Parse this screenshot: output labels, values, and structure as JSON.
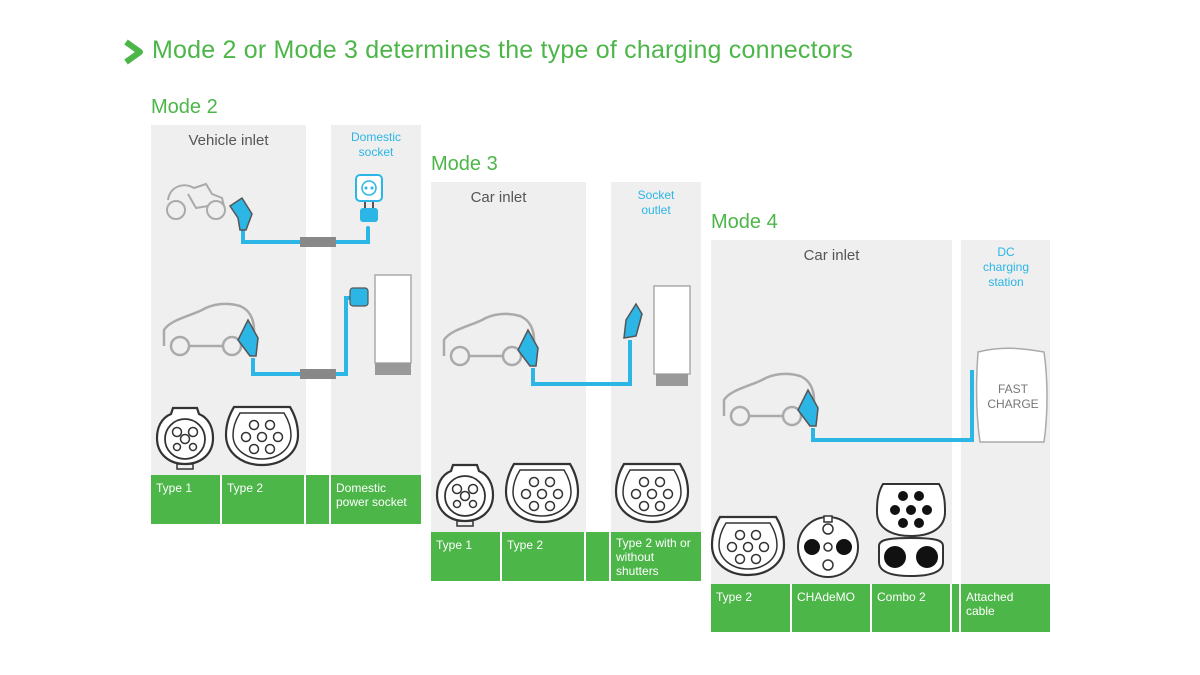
{
  "title": "Mode 2 or Mode 3 determines the type of charging connectors",
  "colors": {
    "green": "#4cb649",
    "blue": "#2bb6e6",
    "panel": "#efefef",
    "outline": "#999999"
  },
  "mode2": {
    "label": "Mode 2",
    "vehicle_panel_title": "Vehicle inlet",
    "source_panel_title": "Domestic socket",
    "connectors": [
      "Type 1",
      "Type 2"
    ],
    "source_connector": "Domestic power socket"
  },
  "mode3": {
    "label": "Mode 3",
    "vehicle_panel_title": "Car inlet",
    "source_panel_title": "Socket outlet",
    "connectors": [
      "Type 1",
      "Type 2"
    ],
    "source_connector": "Type 2 with or without shutters"
  },
  "mode4": {
    "label": "Mode 4",
    "vehicle_panel_title": "Car inlet",
    "source_panel_title": "DC charging station",
    "connectors": [
      "Type 2",
      "CHAdeMO",
      "Combo 2"
    ],
    "source_connector": "Attached cable",
    "station_text": "FAST CHARGE"
  },
  "icons": [
    "chevron-right-icon",
    "scooter-icon",
    "car-icon",
    "charging-plug-icon",
    "domestic-socket-icon",
    "wallbox-icon",
    "fast-charger-icon",
    "type1-connector-icon",
    "type2-connector-icon",
    "chademo-connector-icon",
    "combo2-connector-icon"
  ]
}
